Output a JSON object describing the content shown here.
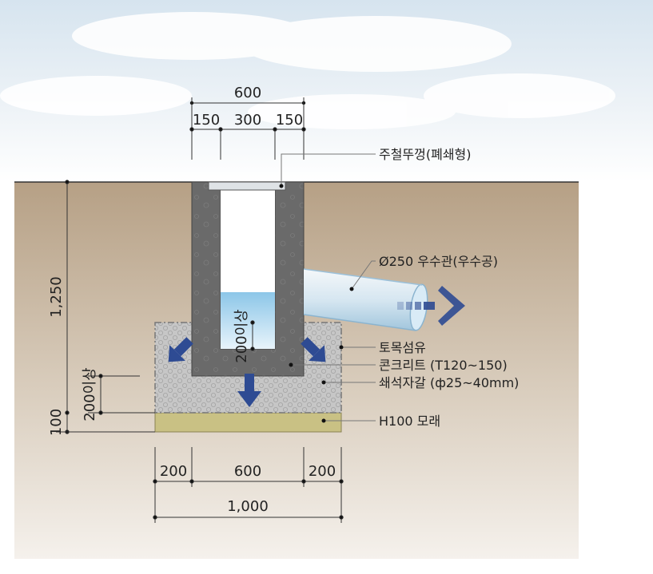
{
  "dimensions": {
    "top_total": "600",
    "top_left": "150",
    "top_mid": "300",
    "top_right": "150",
    "height_total": "1,250",
    "gravel_min_left": "200이상",
    "sand": "100",
    "gravel_min_center": "200이상",
    "bottom_left": "200",
    "bottom_mid": "600",
    "bottom_right": "200",
    "bottom_total": "1,000"
  },
  "labels": {
    "cover": "주철뚜껑(폐쇄형)",
    "pipe": "Ø250 우수관(우수공)",
    "geotextile": "토목섬유",
    "concrete": "콘크리트 (T120~150)",
    "gravel": "쇄석자갈 (ф25~40mm)",
    "sand": "H100 모래"
  },
  "colors": {
    "soil_top": "#bba58c",
    "soil_bottom": "#f4efe8",
    "concrete": "#6d6d6d",
    "gravel": "#c8c8c8",
    "sand": "#c9c184",
    "water": "#a7d3ec",
    "arrow": "#2e4b93"
  }
}
